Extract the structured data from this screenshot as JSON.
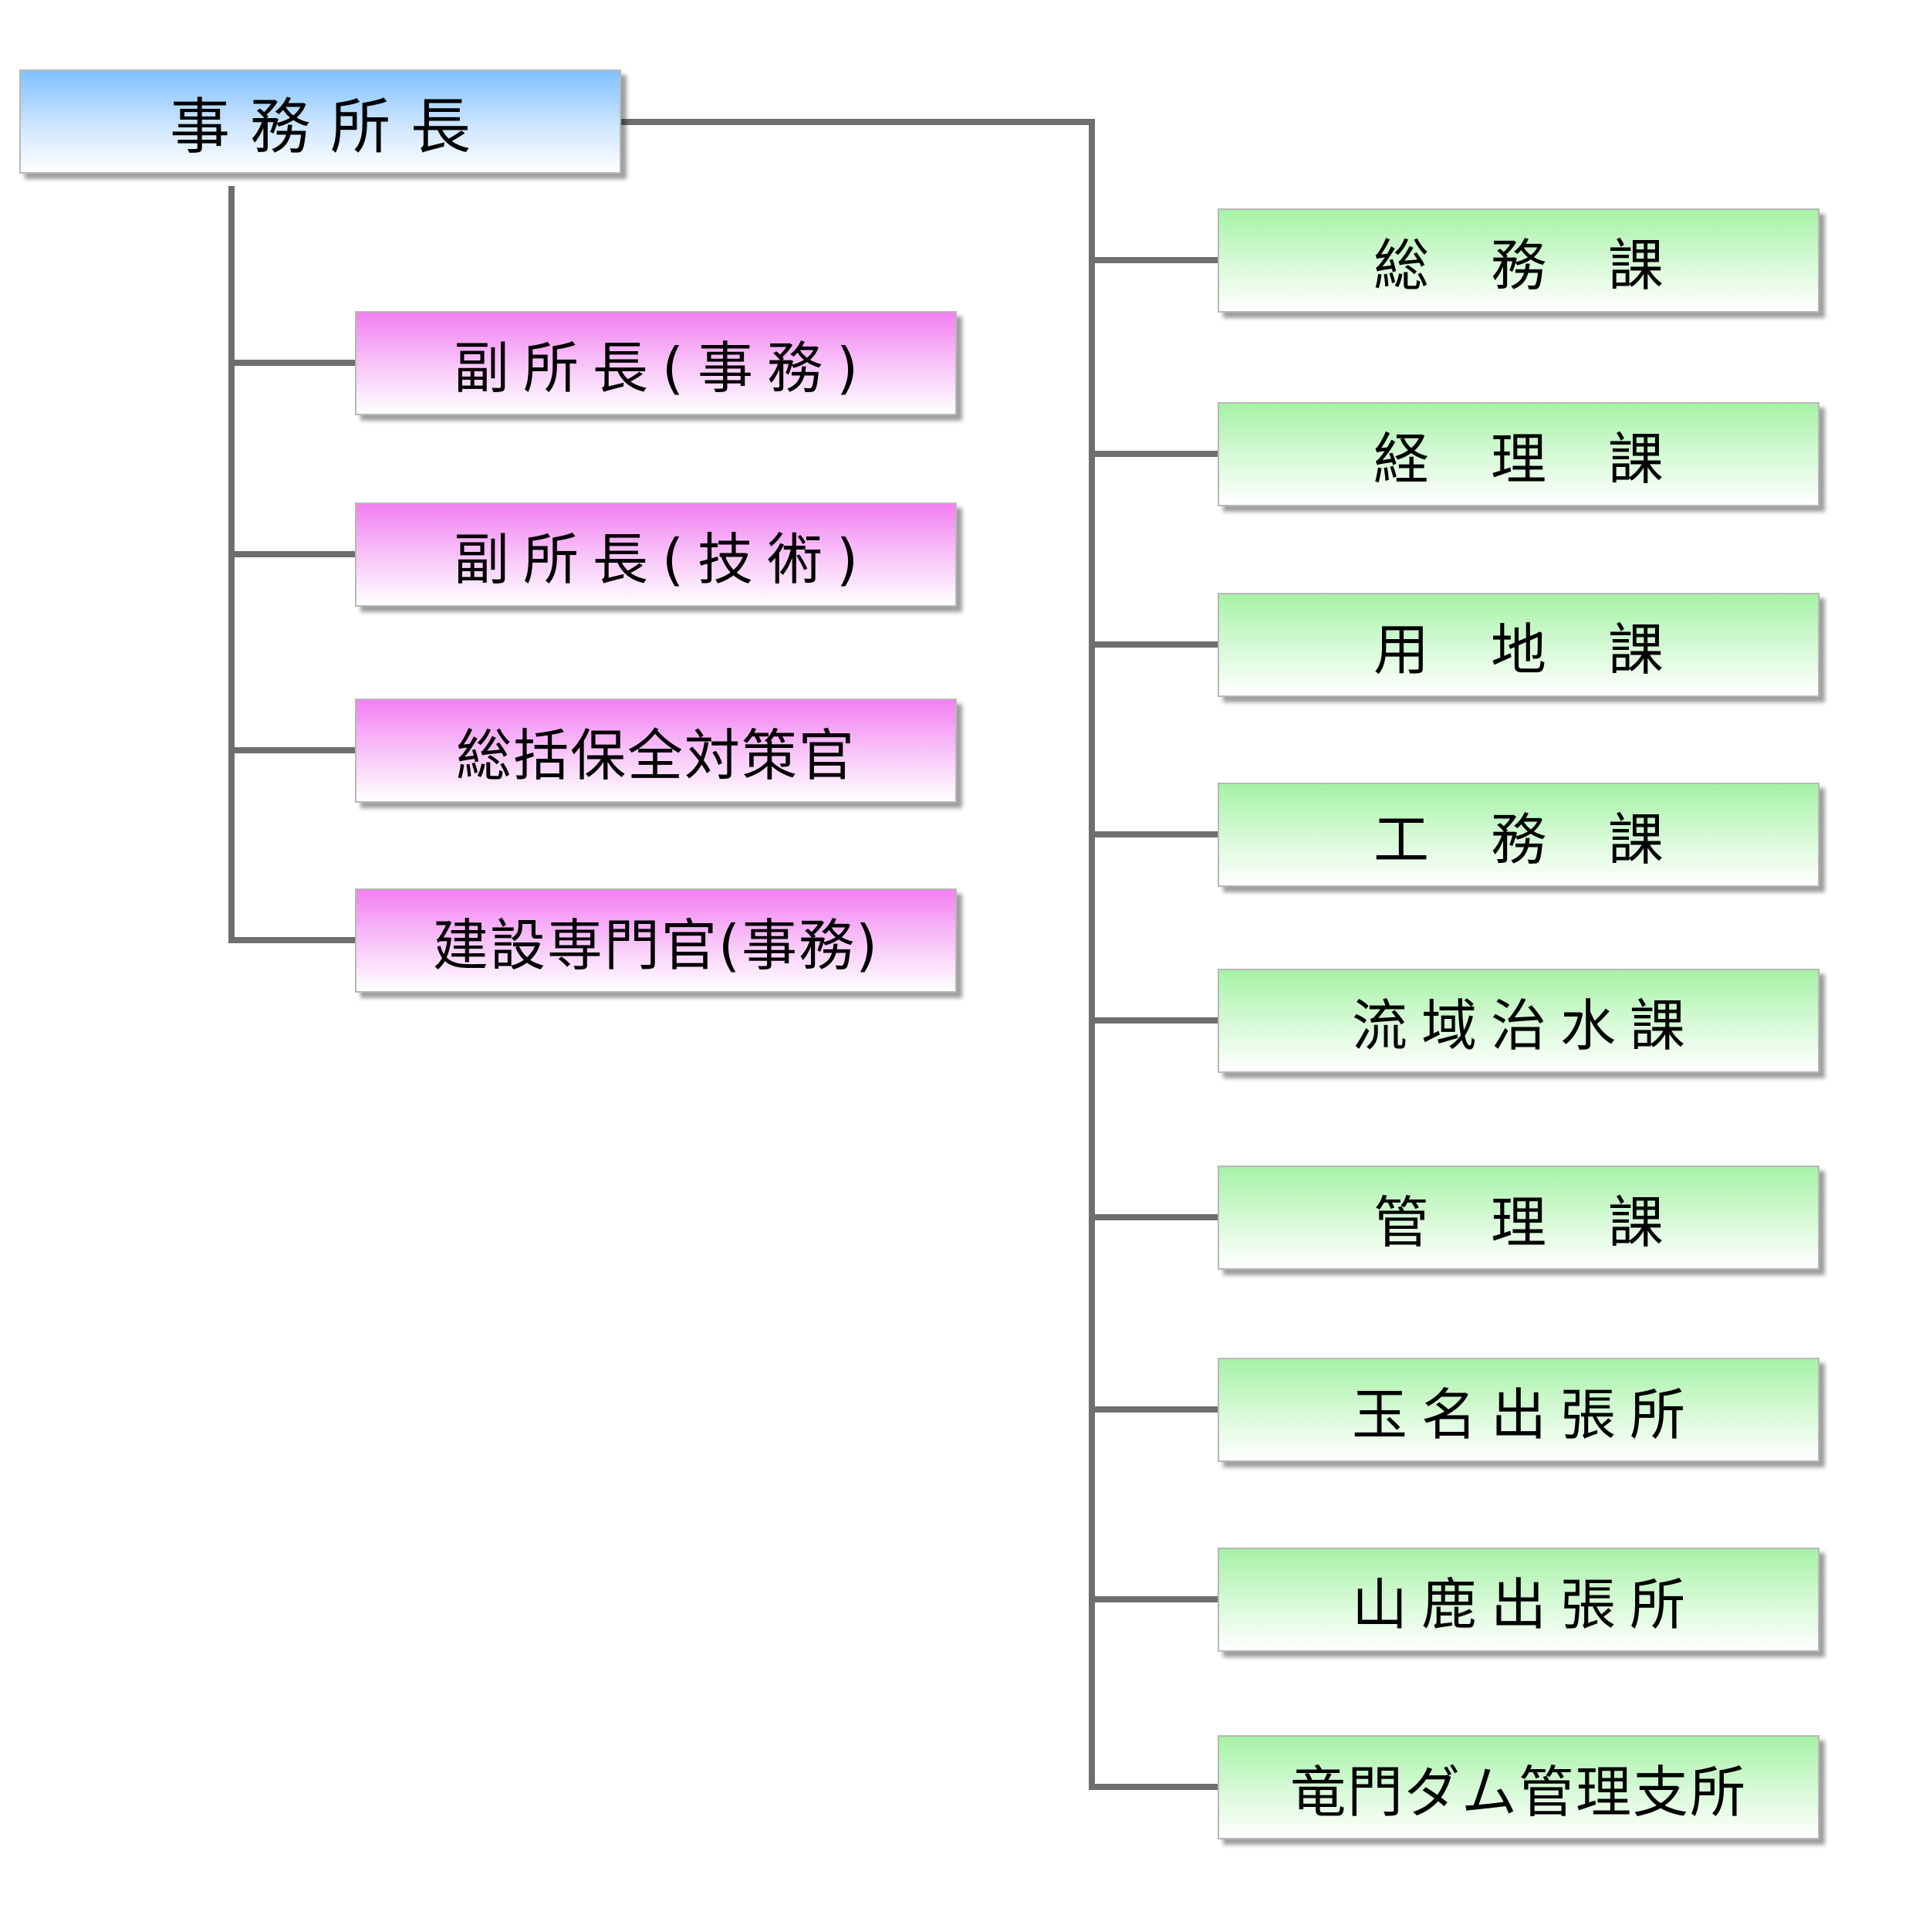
{
  "org_chart": {
    "director": {
      "label": "事務所長"
    },
    "deputies": [
      {
        "label": "副所長(事務)"
      },
      {
        "label": "副所長(技術)"
      },
      {
        "label": "総括保全対策官"
      },
      {
        "label": "建設専門官(事務)"
      }
    ],
    "sections": [
      {
        "label": "総務課"
      },
      {
        "label": "経理課"
      },
      {
        "label": "用地課"
      },
      {
        "label": "工務課"
      },
      {
        "label": "流域治水課"
      },
      {
        "label": "管理課"
      },
      {
        "label": "玉名出張所"
      },
      {
        "label": "山鹿出張所"
      },
      {
        "label": "竜門ダム管理支所"
      }
    ]
  },
  "colors": {
    "connector": "#6e6e6e",
    "director_fill": "#9fd0ff",
    "deputy_fill": "#f7a8f7",
    "section_fill": "#c6f7c6"
  }
}
